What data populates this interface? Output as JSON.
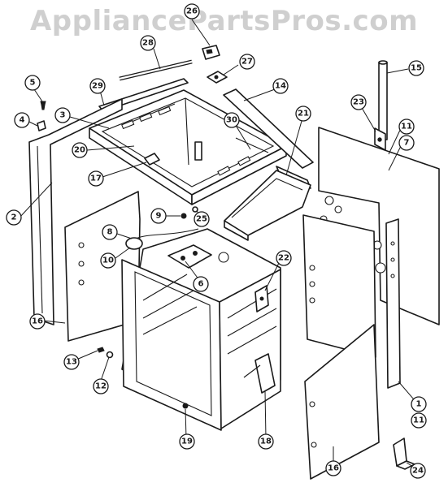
{
  "watermark": "AppliancePartsPros.com",
  "callouts": [
    {
      "id": "c26",
      "label": "26"
    },
    {
      "id": "c28",
      "label": "28"
    },
    {
      "id": "c27",
      "label": "27"
    },
    {
      "id": "c15",
      "label": "15"
    },
    {
      "id": "c5",
      "label": "5"
    },
    {
      "id": "c29",
      "label": "29"
    },
    {
      "id": "c14",
      "label": "14"
    },
    {
      "id": "c23",
      "label": "23"
    },
    {
      "id": "c4",
      "label": "4"
    },
    {
      "id": "c3",
      "label": "3"
    },
    {
      "id": "c21",
      "label": "21"
    },
    {
      "id": "c30",
      "label": "30"
    },
    {
      "id": "c11a",
      "label": "11"
    },
    {
      "id": "c7",
      "label": "7"
    },
    {
      "id": "c20",
      "label": "20"
    },
    {
      "id": "c17",
      "label": "17"
    },
    {
      "id": "c2",
      "label": "2"
    },
    {
      "id": "c9",
      "label": "9"
    },
    {
      "id": "c25",
      "label": "25"
    },
    {
      "id": "c8",
      "label": "8"
    },
    {
      "id": "c10",
      "label": "10"
    },
    {
      "id": "c22",
      "label": "22"
    },
    {
      "id": "c6",
      "label": "6"
    },
    {
      "id": "c16a",
      "label": "16"
    },
    {
      "id": "c13",
      "label": "13"
    },
    {
      "id": "c12",
      "label": "12"
    },
    {
      "id": "c1",
      "label": "1"
    },
    {
      "id": "c11b",
      "label": "11"
    },
    {
      "id": "c19",
      "label": "19"
    },
    {
      "id": "c18",
      "label": "18"
    },
    {
      "id": "c16b",
      "label": "16"
    },
    {
      "id": "c24",
      "label": "24"
    }
  ]
}
